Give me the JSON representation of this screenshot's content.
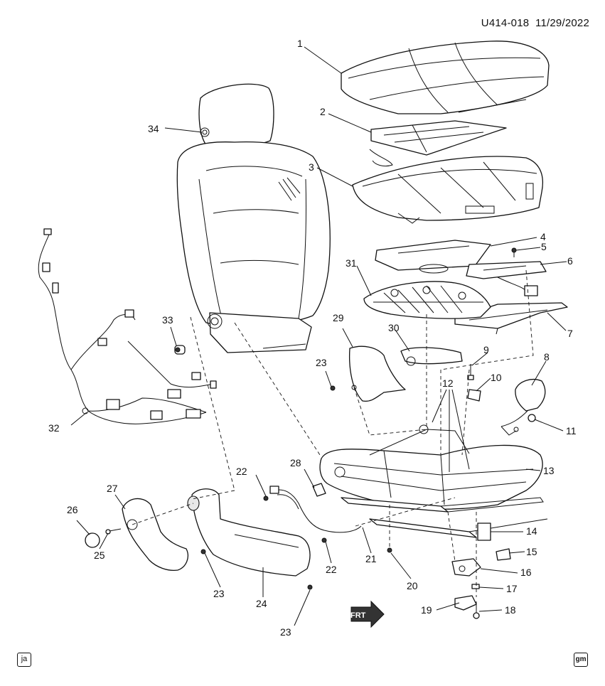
{
  "header": {
    "diagram_code": "U414-018",
    "date": "11/29/2022"
  },
  "badges": {
    "left": "ja",
    "right": "gm"
  },
  "front_arrow": {
    "label": "FRT"
  },
  "callouts": [
    {
      "num": "1"
    },
    {
      "num": "2"
    },
    {
      "num": "3"
    },
    {
      "num": "4"
    },
    {
      "num": "5"
    },
    {
      "num": "6"
    },
    {
      "num": "7"
    },
    {
      "num": "8"
    },
    {
      "num": "9"
    },
    {
      "num": "10"
    },
    {
      "num": "11"
    },
    {
      "num": "12"
    },
    {
      "num": "13"
    },
    {
      "num": "14"
    },
    {
      "num": "15"
    },
    {
      "num": "16"
    },
    {
      "num": "17"
    },
    {
      "num": "18"
    },
    {
      "num": "19"
    },
    {
      "num": "20"
    },
    {
      "num": "21"
    },
    {
      "num": "22"
    },
    {
      "num": "22"
    },
    {
      "num": "23"
    },
    {
      "num": "23"
    },
    {
      "num": "23"
    },
    {
      "num": "24"
    },
    {
      "num": "25"
    },
    {
      "num": "26"
    },
    {
      "num": "27"
    },
    {
      "num": "28"
    },
    {
      "num": "29"
    },
    {
      "num": "30"
    },
    {
      "num": "31"
    },
    {
      "num": "32"
    },
    {
      "num": "33"
    },
    {
      "num": "34"
    }
  ]
}
